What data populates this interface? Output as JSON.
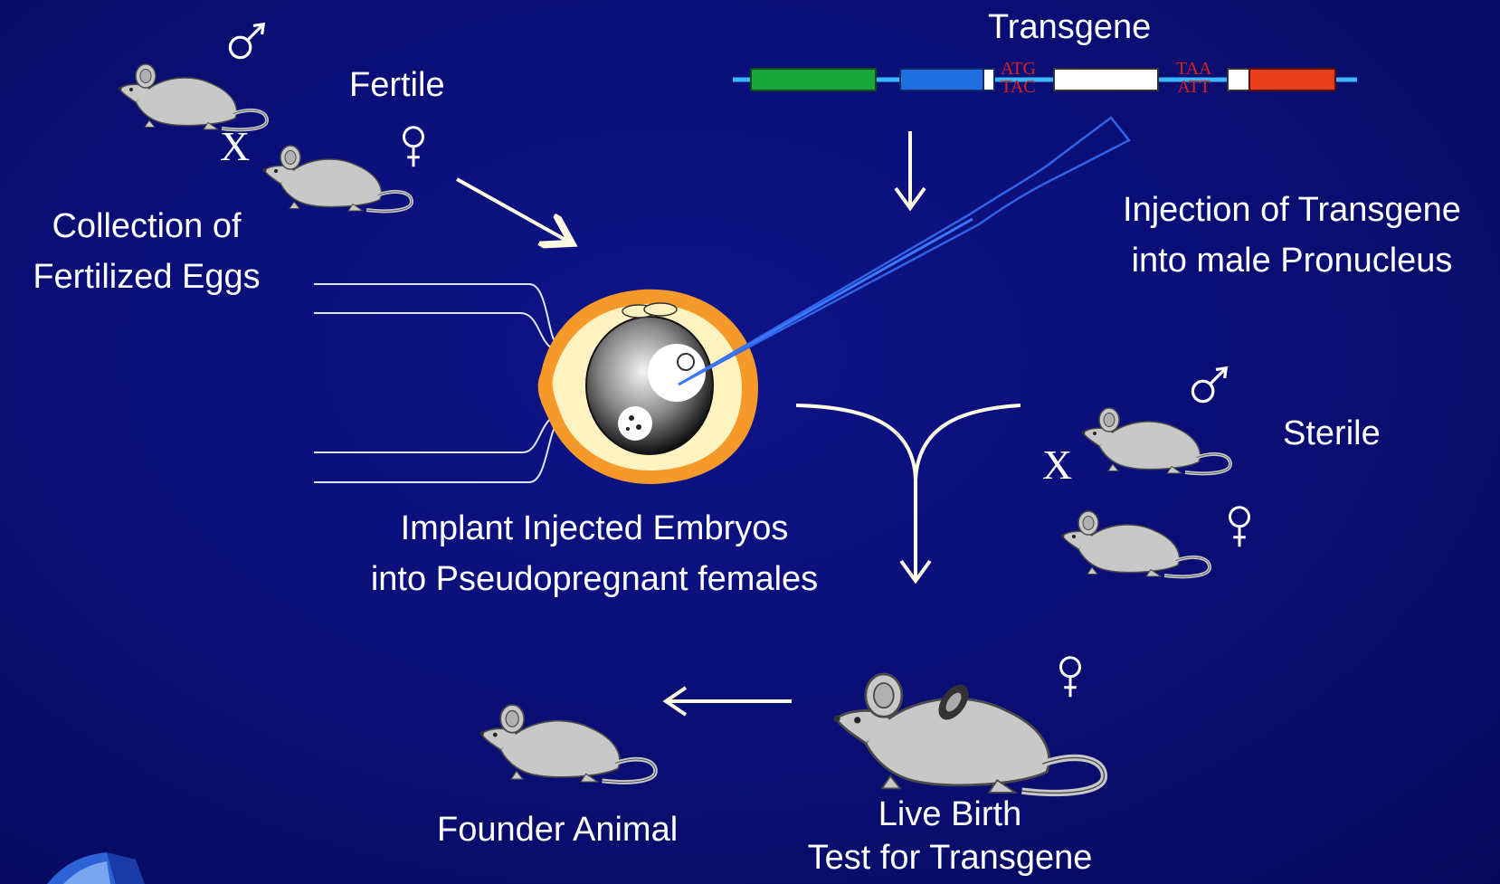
{
  "labels": {
    "fertile": "Fertile",
    "transgene": "Transgene",
    "collection_line1": "Collection of",
    "collection_line2": "Fertilized Eggs",
    "injection_line1": "Injection of Transgene",
    "injection_line2": "into male Pronucleus",
    "sterile": "Sterile",
    "implant_line1": "Implant Injected Embryos",
    "implant_line2": "into  Pseudopregnant females",
    "founder": "Founder Animal",
    "birth_line1": "Live Birth",
    "birth_line2": "Test for Transgene"
  },
  "cross_symbol": "X",
  "dna_codes": {
    "start_top": "ATG",
    "start_bottom": "TAC",
    "stop_top": "TAA",
    "stop_bottom": "ATT"
  },
  "colors": {
    "background": "#0a0f78",
    "text": "#ffffff",
    "mouse_body": "#c8c8c8",
    "dna_green": "#18a83a",
    "dna_blue": "#1f6fe0",
    "dna_red": "#e8401c",
    "dna_backbone": "#38b8ff",
    "egg_outer": "#f59a2a",
    "egg_inner": "#fdf2c0",
    "codon_text": "#d8241c"
  },
  "icons": {
    "male_symbol": "male-symbol-icon",
    "female_symbol": "female-symbol-icon",
    "mouse": "mouse-icon"
  }
}
